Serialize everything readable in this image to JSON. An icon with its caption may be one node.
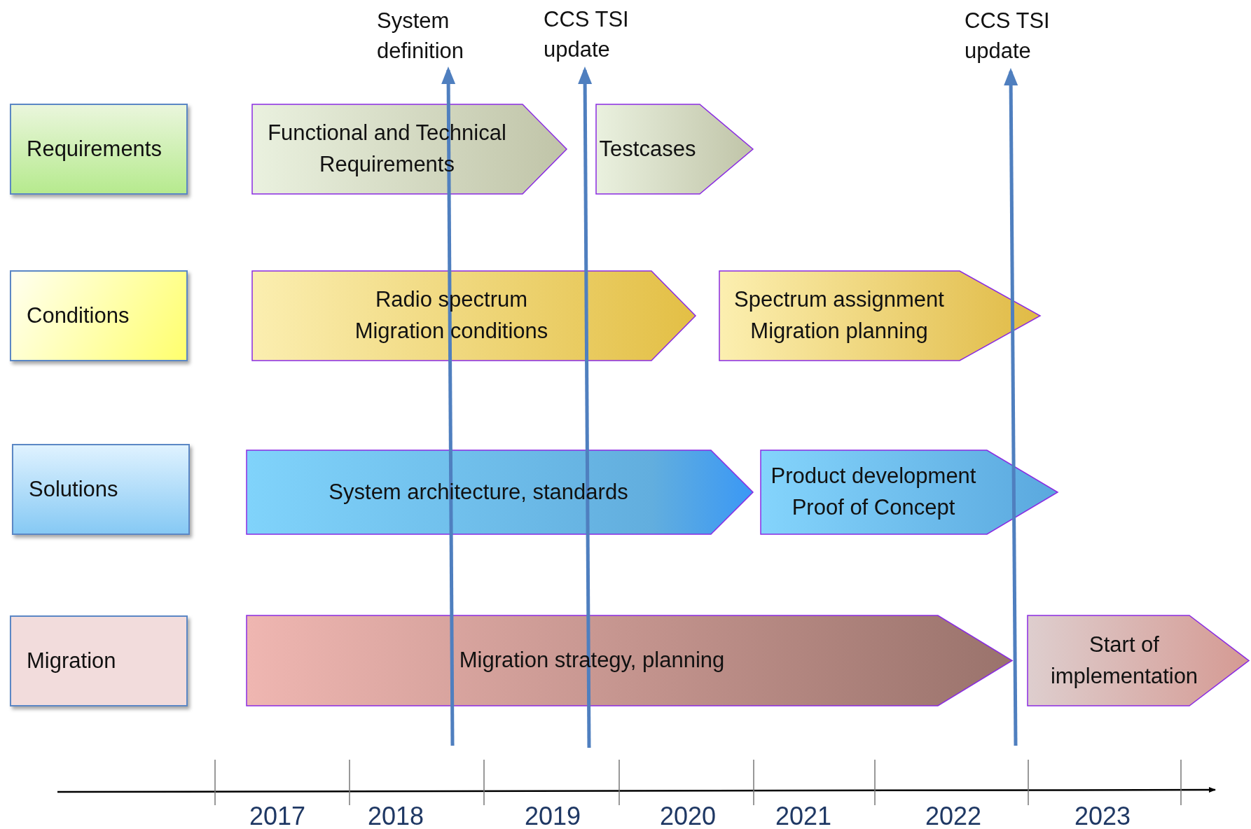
{
  "diagram": {
    "nodes": [
      {
        "text": [
          "Requirements"
        ]
      },
      {
        "text": [
          "Conditions"
        ]
      },
      {
        "text": [
          "Solutions"
        ]
      },
      {
        "text": [
          "Migration"
        ]
      },
      {
        "text": [
          "Functional and Technical Requirements"
        ]
      },
      {
        "text": [
          "Testcases"
        ]
      },
      {
        "text": [
          "Radio spectrum",
          "Migration conditions"
        ]
      },
      {
        "text": [
          "Spectrum assignment",
          "Migration planning"
        ]
      },
      {
        "text": [
          "System architecture, standards"
        ]
      },
      {
        "text": [
          "Product development",
          "Proof of Concept"
        ]
      },
      {
        "text": [
          "Migration strategy, planning"
        ]
      },
      {
        "text": [
          "Start of implementation"
        ]
      },
      {
        "text": [
          "System definition"
        ]
      },
      {
        "text": [
          "CCS TSI update"
        ]
      },
      {
        "text": [
          "CCS TSI update"
        ]
      }
    ],
    "edges": [
      {
        "from": null,
        "to": 12,
        "arrow": "to"
      },
      {
        "from": null,
        "to": 13,
        "arrow": "to"
      },
      {
        "from": null,
        "to": 14,
        "arrow": "to"
      }
    ],
    "labels": [
      "2017",
      "2018",
      "2019",
      "2020",
      "2021",
      "2022",
      "2023"
    ]
  }
}
